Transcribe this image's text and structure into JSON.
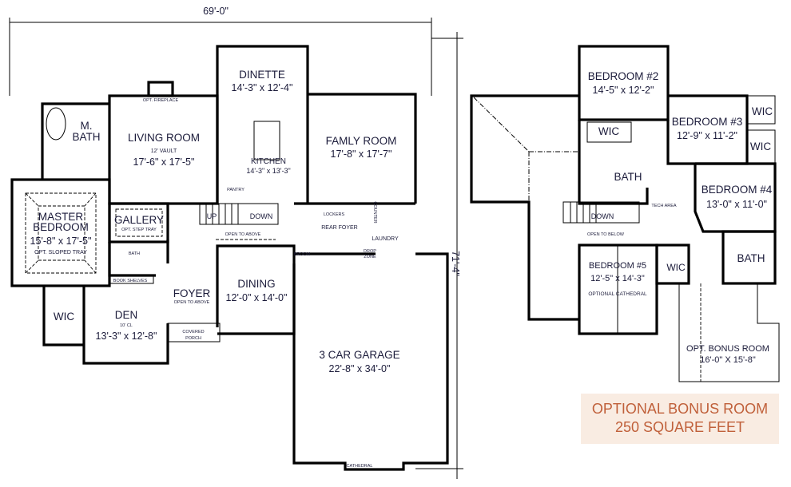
{
  "dimensions": {
    "width": "69'-0\"",
    "depth": "71'-4\""
  },
  "first_floor": {
    "living_room": {
      "name": "LIVING ROOM",
      "note": "12' VAULT",
      "size": "17'-6\" x 17'-5\""
    },
    "opt_fireplace": "OPT. FIREPLACE",
    "dinette": {
      "name": "DINETTE",
      "size": "14'-3\" x 12'-4\""
    },
    "kitchen": {
      "name": "KITCHEN",
      "size": "14'-3\" x 13'-3\""
    },
    "pantry": "PANTRY",
    "family_room": {
      "name": "FAMLY ROOM",
      "size": "17'-8\" x 17'-7\""
    },
    "m_bath": {
      "line1": "M.",
      "line2": "BATH"
    },
    "master_bedroom": {
      "line1": "MASTER",
      "line2": "BEDROOM",
      "size": "15'-8\" x 17'-5\"",
      "note": "OPT. SLOPED TRAY"
    },
    "gallery": {
      "name": "GALLERY",
      "note": "OPT. STEP TRAY"
    },
    "bath": "BATH",
    "book_shelves": "BOOK SHELVES",
    "wic": "WIC",
    "den": {
      "name": "DEN",
      "note": "10' CL",
      "size": "13'-3\" x 12'-8\""
    },
    "foyer": {
      "name": "FOYER",
      "note": "OPEN TO ABOVE"
    },
    "covered_porch": {
      "line1": "COVERED",
      "line2": "PORCH"
    },
    "dining": {
      "name": "DINING",
      "size": "12'-0\" x 14'-0\""
    },
    "stairs_up": "UP",
    "stairs_down": "DOWN",
    "open_to_above": "OPEN TO ABOVE",
    "broom": "BROOM",
    "lockers": "LOCKERS",
    "rear_foyer": "REAR FOYER",
    "counter": "COUNTER",
    "laundry": "LAUNDRY",
    "drop_zone": {
      "line1": "DROP",
      "line2": "ZONE"
    },
    "garage": {
      "name": "3 CAR GARAGE",
      "size": "22'-8\" x 34'-0\""
    },
    "cathedral": "CATHEDRAL"
  },
  "second_floor": {
    "bedroom2": {
      "name": "BEDROOM #2",
      "size": "14'-5\" x 12'-2\""
    },
    "bedroom3": {
      "name": "BEDROOM #3",
      "size": "12'-9\" x 11'-2\""
    },
    "bedroom4": {
      "name": "BEDROOM #4",
      "size": "13'-0\" x 11'-0\""
    },
    "bedroom5": {
      "name": "BEDROOM #5",
      "size": "12'-5\" x 14'-3\"",
      "note": "OPTIONAL CATHEDRAL"
    },
    "wic": "WIC",
    "bath": "BATH",
    "tech_area": "TECH AREA",
    "stairs_down": "DOWN",
    "open_to_below": "OPEN TO BELOW",
    "bonus_room": {
      "name": "OPT. BONUS ROOM",
      "size": "16'-0\" X 15'-8\""
    }
  },
  "bonus_callout": {
    "line1": "OPTIONAL BONUS ROOM",
    "line2": "250 SQUARE FEET",
    "background": "#f9ece2",
    "text_color": "#c0603a"
  }
}
